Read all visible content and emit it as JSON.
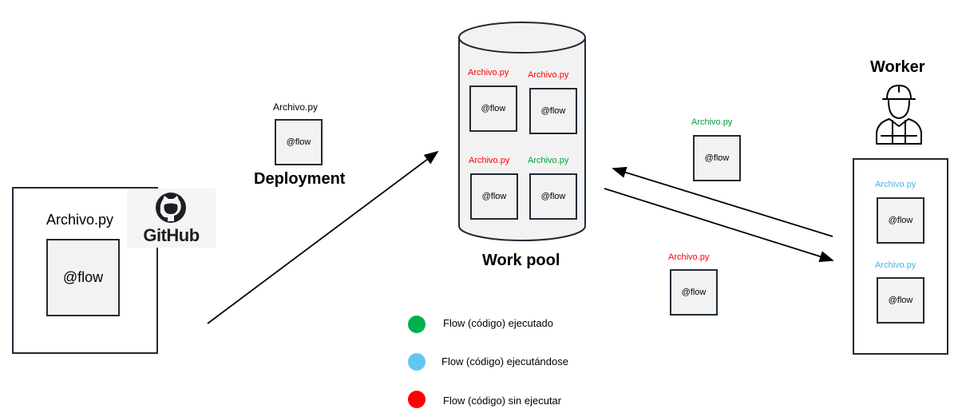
{
  "repo": {
    "file_label": "Archivo.py",
    "flow_label": "@flow",
    "github_label": "GitHub"
  },
  "deployment": {
    "file_label": "Archivo.py",
    "flow_label": "@flow",
    "title": "Deployment"
  },
  "work_pool": {
    "title": "Work pool",
    "items": [
      {
        "file_label": "Archivo.py",
        "flow_label": "@flow",
        "status": "sin ejecutar"
      },
      {
        "file_label": "Archivo.py",
        "flow_label": "@flow",
        "status": "sin ejecutar"
      },
      {
        "file_label": "Archivo.py",
        "flow_label": "@flow",
        "status": "sin ejecutar"
      },
      {
        "file_label": "Archivo.py",
        "flow_label": "@flow",
        "status": "ejecutado"
      }
    ]
  },
  "transfer_up": {
    "file_label": "Archivo.py",
    "flow_label": "@flow",
    "status": "ejecutado"
  },
  "transfer_down": {
    "file_label": "Archivo.py",
    "flow_label": "@flow",
    "status": "sin ejecutar"
  },
  "worker": {
    "title": "Worker",
    "items": [
      {
        "file_label": "Archivo.py",
        "flow_label": "@flow",
        "status": "ejecutándose"
      },
      {
        "file_label": "Archivo.py",
        "flow_label": "@flow",
        "status": "ejecutándose"
      }
    ]
  },
  "legend": [
    {
      "label": "Flow (código) ejecutado",
      "color": "#00b050"
    },
    {
      "label": "Flow (código) ejecutándose",
      "color": "#5fc8f0"
    },
    {
      "label": "Flow (código) sin ejecutar",
      "color": "#ff0000"
    }
  ],
  "colors": {
    "executed": "#00a03c",
    "running": "#4ab3e0",
    "pending": "#ff0000",
    "box_fill": "#f2f2f2",
    "stroke": "#1f2a36"
  }
}
